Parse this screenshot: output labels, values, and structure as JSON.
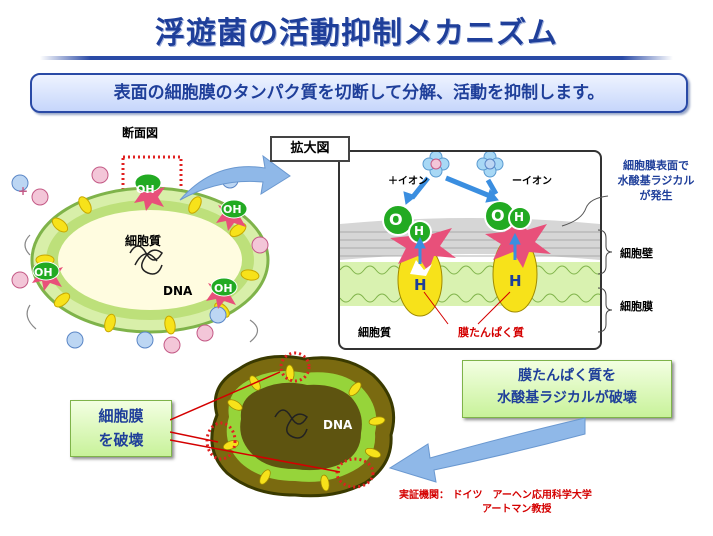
{
  "title": "浮遊菌の活動抑制メカニズム",
  "subtitle": "表面の細胞膜のタンパク質を切断して分解、活動を抑制します。",
  "cross_section": {
    "heading": "断面図",
    "cytoplasm_label": "細胞質",
    "dna_label": "DNA",
    "ion_plus": "+",
    "ion_minus": "−",
    "oh": "OH"
  },
  "zoom": {
    "heading": "拡大図",
    "plus_ion": "＋イオン",
    "minus_ion": "ーイオン",
    "radical_note": "細胞膜表面で\n水酸基ラジカル\nが発生",
    "cell_wall": "細胞壁",
    "cell_membrane": "細胞膜",
    "cytoplasm": "細胞質",
    "membrane_protein": "膜たんぱく質",
    "h": "H",
    "oh_o": "O",
    "oh_h": "H"
  },
  "callouts": {
    "protein_destroyed_line1": "膜たんぱく質を",
    "protein_destroyed_line2": "水酸基ラジカルが破壊",
    "membrane_destroyed_line1": "細胞膜",
    "membrane_destroyed_line2": "を破壊"
  },
  "destroyed_cell": {
    "dna_label": "DNA"
  },
  "verification": {
    "line1": "実証機関：  ドイツ　アーヘン応用科学大学",
    "line2": "アートマン教授"
  },
  "colors": {
    "title_blue": "#1f3f9a",
    "oh_green": "#22aa22",
    "burst_pink": "#e8507a",
    "membrane_yellow": "#f7e21a",
    "membrane_green": "#8fcf3c"
  }
}
